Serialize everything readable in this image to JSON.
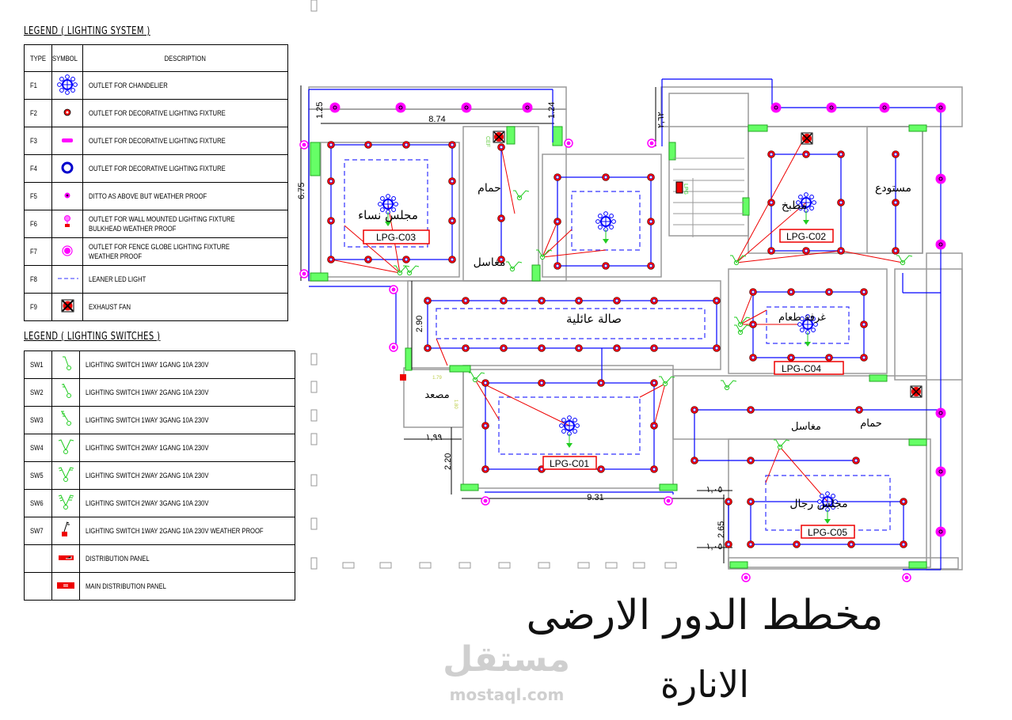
{
  "legend_lighting": {
    "title": "LEGEND ( LIGHTING SYSTEM )",
    "headers": {
      "type": "TYPE",
      "symbol": "SYMBOL",
      "description": "DESCRIPTION"
    },
    "rows": [
      {
        "type": "F1",
        "icon": "chandelier-icon",
        "description": "OUTLET FOR CHANDELIER"
      },
      {
        "type": "F2",
        "icon": "decorative-fixture-red-icon",
        "description": "OUTLET FOR DECORATIVE  LIGHTING FIXTURE"
      },
      {
        "type": "F3",
        "icon": "decorative-fixture-bar-icon",
        "description": "OUTLET FOR DECORATIVE  LIGHTING FIXTURE"
      },
      {
        "type": "F4",
        "icon": "decorative-fixture-ring-icon",
        "description": "OUTLET FOR DECORATIVE  LIGHTING FIXTURE"
      },
      {
        "type": "F5",
        "icon": "weatherproof-fixture-icon",
        "description": "DITTO AS ABOVE BUT WEATHER PROOF"
      },
      {
        "type": "F6",
        "icon": "wall-bulkhead-icon",
        "description": "OUTLET FOR WALL MOUNTED LIGHTING FIXTURE",
        "description2": "BULKHEAD WEATHER PROOF"
      },
      {
        "type": "F7",
        "icon": "fence-globe-icon",
        "description": "OUTLET FOR FENCE GLOBE  LIGHTING FIXTURE",
        "description2": "WEATHER PROOF"
      },
      {
        "type": "F8",
        "icon": "linear-led-icon",
        "description": "LEANER LED LIGHT"
      },
      {
        "type": "F9",
        "icon": "exhaust-fan-icon",
        "description": "EXHAUST FAN"
      }
    ]
  },
  "legend_switches": {
    "title": "LEGEND ( LIGHTING SWITCHES )",
    "rows": [
      {
        "type": "SW1",
        "icon": "switch-1way-1gang-icon",
        "description": "LIGHTING SWITCH 1WAY 1GANG 10A 230V"
      },
      {
        "type": "SW2",
        "icon": "switch-1way-2gang-icon",
        "description": "LIGHTING SWITCH 1WAY 2GANG 10A 230V"
      },
      {
        "type": "SW3",
        "icon": "switch-1way-3gang-icon",
        "description": "LIGHTING SWITCH 1WAY 3GANG 10A 230V"
      },
      {
        "type": "SW4",
        "icon": "switch-2way-1gang-icon",
        "description": "LIGHTING SWITCH 2WAY 1GANG 10A 230V"
      },
      {
        "type": "SW5",
        "icon": "switch-2way-2gang-icon",
        "description": "LIGHTING SWITCH 2WAY 2GANG 10A 230V"
      },
      {
        "type": "SW6",
        "icon": "switch-2way-3gang-icon",
        "description": "LIGHTING SWITCH 2WAY 3GANG 10A 230V"
      },
      {
        "type": "SW7",
        "icon": "switch-weatherproof-icon",
        "description": "LIGHTING SWITCH 1WAY 2GANG 10A 230V WEATHER PROOF"
      },
      {
        "type": "",
        "icon": "distribution-panel-icon",
        "description": "DISTRIBUTION PANEL"
      },
      {
        "type": "",
        "icon": "main-distribution-panel-icon",
        "description": "MAIN DISTRIBUTION PANEL"
      }
    ]
  },
  "plan": {
    "rooms": {
      "women_majlis": "مجلس نساء",
      "bath1": "حمام",
      "sinks1": "مغاسل",
      "family_hall": "صالة عائلية",
      "kitchen": "مطبخ",
      "store": "مستودع",
      "dining": "غرفة طعام",
      "elevator": "مصعد",
      "bath2": "حمام",
      "sinks2": "مغاسل",
      "men_majlis": "مجلس رجال"
    },
    "panels": [
      "LPG-C03",
      "LPG-C02",
      "LPG-C04",
      "LPG-C01",
      "LPG-C05"
    ],
    "dims": {
      "d874": "8.74",
      "d125": "1.25",
      "d124": "1.24",
      "d675": "6.75",
      "d262": "٢,٦٢",
      "d290": "2.90",
      "d931": "9.31",
      "d220": "2.20",
      "d199": "١,٩٩",
      "d105a": "١,٠٥",
      "d105b": "١,٠٥",
      "d265": "2.65",
      "d179": "1.79",
      "d180": "1.80"
    },
    "tags": {
      "cef": "CEF",
      "lpg": "LPG"
    }
  },
  "title": {
    "line1": "مخطط الدور الارضى",
    "line2": "الانارة"
  },
  "watermark": {
    "arabic": "مستقل",
    "latin": "mostaql.com"
  },
  "colors": {
    "wire": "#0000ff",
    "fixture": "#e00000",
    "globe": "#ff00ff",
    "switch": "#22cc22",
    "wall": "#9a9a9a"
  }
}
